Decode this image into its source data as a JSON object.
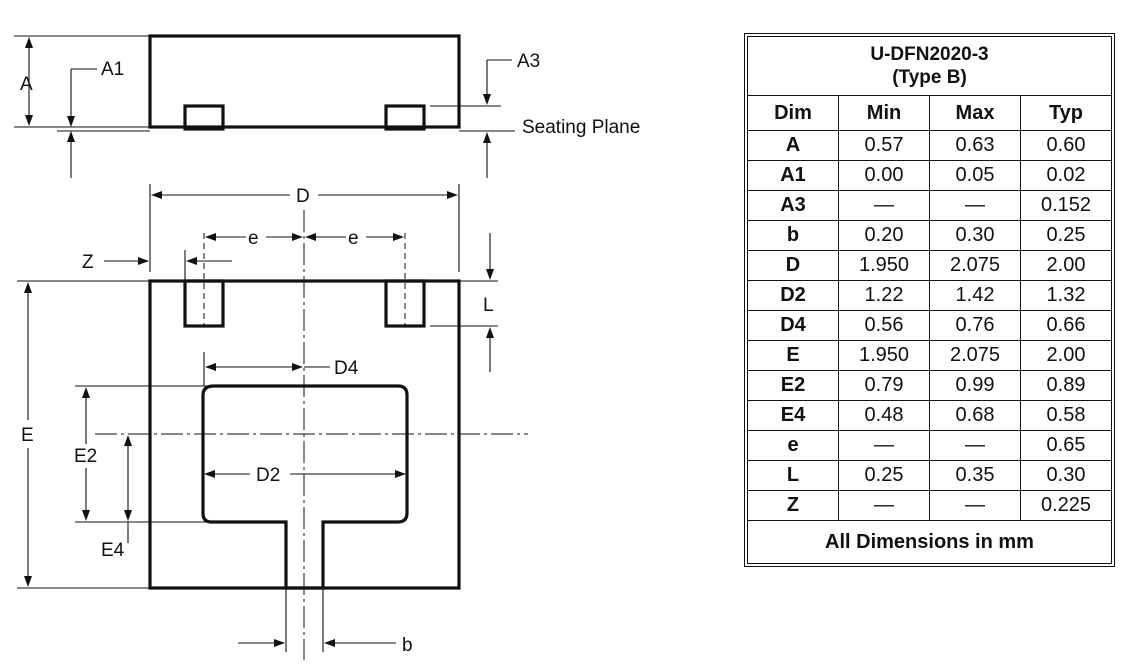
{
  "drawing": {
    "labels": {
      "A": "A",
      "A1": "A1",
      "A3": "A3",
      "seating_plane": "Seating Plane",
      "D": "D",
      "e_left": "e",
      "e_right": "e",
      "Z": "Z",
      "L": "L",
      "E": "E",
      "D4": "D4",
      "E2": "E2",
      "D2": "D2",
      "E4": "E4",
      "b": "b"
    }
  },
  "table": {
    "title_line1": "U-DFN2020-3",
    "title_line2": "(Type B)",
    "headers": [
      "Dim",
      "Min",
      "Max",
      "Typ"
    ],
    "rows": [
      [
        "A",
        "0.57",
        "0.63",
        "0.60"
      ],
      [
        "A1",
        "0.00",
        "0.05",
        "0.02"
      ],
      [
        "A3",
        "—",
        "—",
        "0.152"
      ],
      [
        "b",
        "0.20",
        "0.30",
        "0.25"
      ],
      [
        "D",
        "1.950",
        "2.075",
        "2.00"
      ],
      [
        "D2",
        "1.22",
        "1.42",
        "1.32"
      ],
      [
        "D4",
        "0.56",
        "0.76",
        "0.66"
      ],
      [
        "E",
        "1.950",
        "2.075",
        "2.00"
      ],
      [
        "E2",
        "0.79",
        "0.99",
        "0.89"
      ],
      [
        "E4",
        "0.48",
        "0.68",
        "0.58"
      ],
      [
        "e",
        "—",
        "—",
        "0.65"
      ],
      [
        "L",
        "0.25",
        "0.35",
        "0.30"
      ],
      [
        "Z",
        "—",
        "—",
        "0.225"
      ]
    ],
    "footer": "All Dimensions in mm"
  }
}
